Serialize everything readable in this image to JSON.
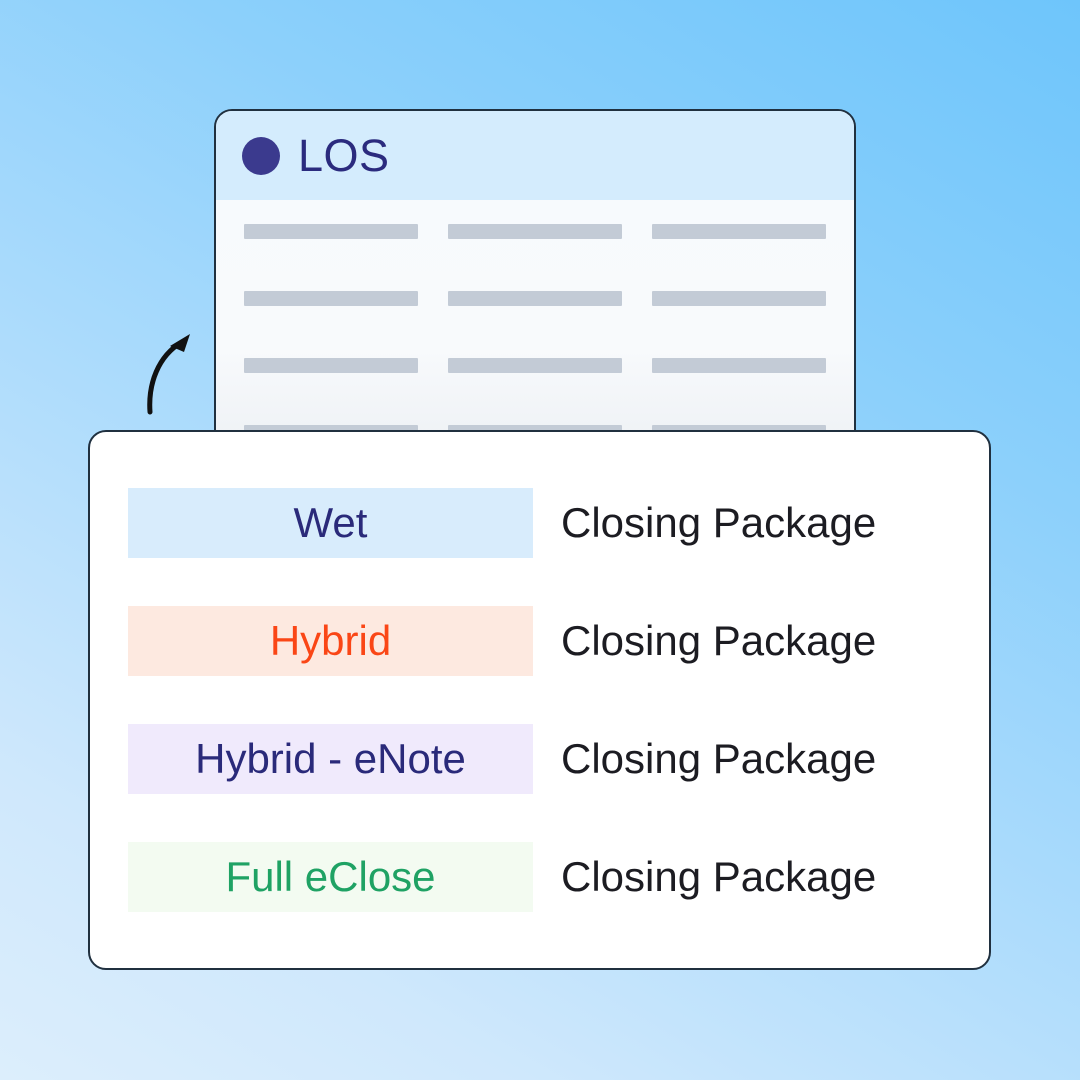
{
  "background": {
    "gradient_from": "#dceefc",
    "gradient_to": "#6ec5fb"
  },
  "los_window": {
    "title": "LOS",
    "logo_icon": "circle-dot-icon",
    "logo_color": "#3b3a8e",
    "title_color": "#2b2b7e",
    "header_background": "#d4ecfd",
    "body_background": "#f7fafd",
    "border_color": "#20303f",
    "skeleton": {
      "rows": 4,
      "columns": 3,
      "bar_color": "#c3cbd6"
    }
  },
  "arrow": {
    "icon": "curved-arrow-up-right-icon",
    "color": "#111111"
  },
  "package_card": {
    "border_color": "#20303f",
    "background": "#ffffff",
    "rows": [
      {
        "type": "Wet",
        "package": "Closing Package",
        "chip_background": "#d8ecfc",
        "chip_text_color": "#2a2a7a"
      },
      {
        "type": "Hybrid",
        "package": "Closing Package",
        "chip_background": "#fde9e0",
        "chip_text_color": "#fa4616"
      },
      {
        "type": "Hybrid - eNote",
        "package": "Closing Package",
        "chip_background": "#f0eafc",
        "chip_text_color": "#2a2a7a"
      },
      {
        "type": "Full eClose",
        "package": "Closing Package",
        "chip_background": "#f3fbf1",
        "chip_text_color": "#1fa264"
      }
    ]
  }
}
